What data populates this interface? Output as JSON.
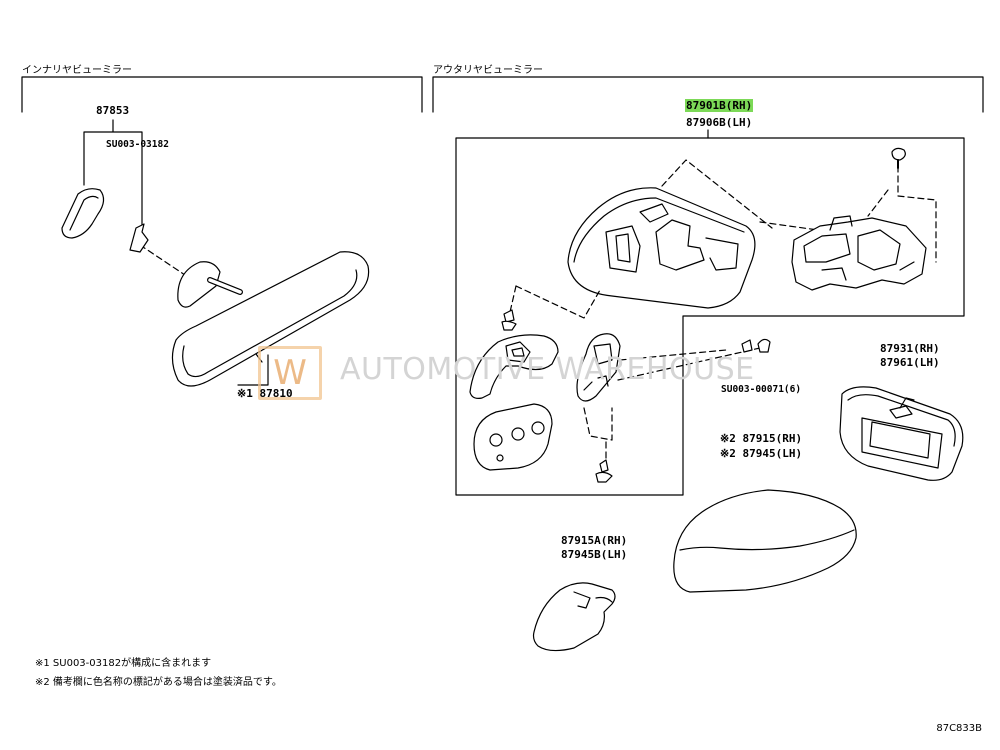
{
  "sections": {
    "inner": "インナリヤビューミラー",
    "outer": "アウタリヤビューミラー"
  },
  "parts": {
    "p87853": "87853",
    "su_03182": "SU003-03182",
    "p87810": "※1 87810",
    "p87901b": "87901B(RH)",
    "p87906b": "87906B(LH)",
    "su_00071": "SU003-00071(6)",
    "p87931": "87931(RH)",
    "p87961": "87961(LH)",
    "p87915": "※2 87915(RH)",
    "p87945": "※2 87945(LH)",
    "p87915a": "87915A(RH)",
    "p87945b": "87945B(LH)"
  },
  "notes": {
    "n1": "※1 SU003-03182が構成に含まれます",
    "n2": "※2 備考欄に色名称の標記がある場合は塗装済品です。"
  },
  "watermark": {
    "logo": "W",
    "text": "AUTOMOTIVE WAREHOUSE"
  },
  "diagram_code": "87C833B",
  "colors": {
    "highlight": "#7cd957",
    "watermark_logo": "#f2c58f",
    "watermark_text": "#d4d4d4"
  }
}
